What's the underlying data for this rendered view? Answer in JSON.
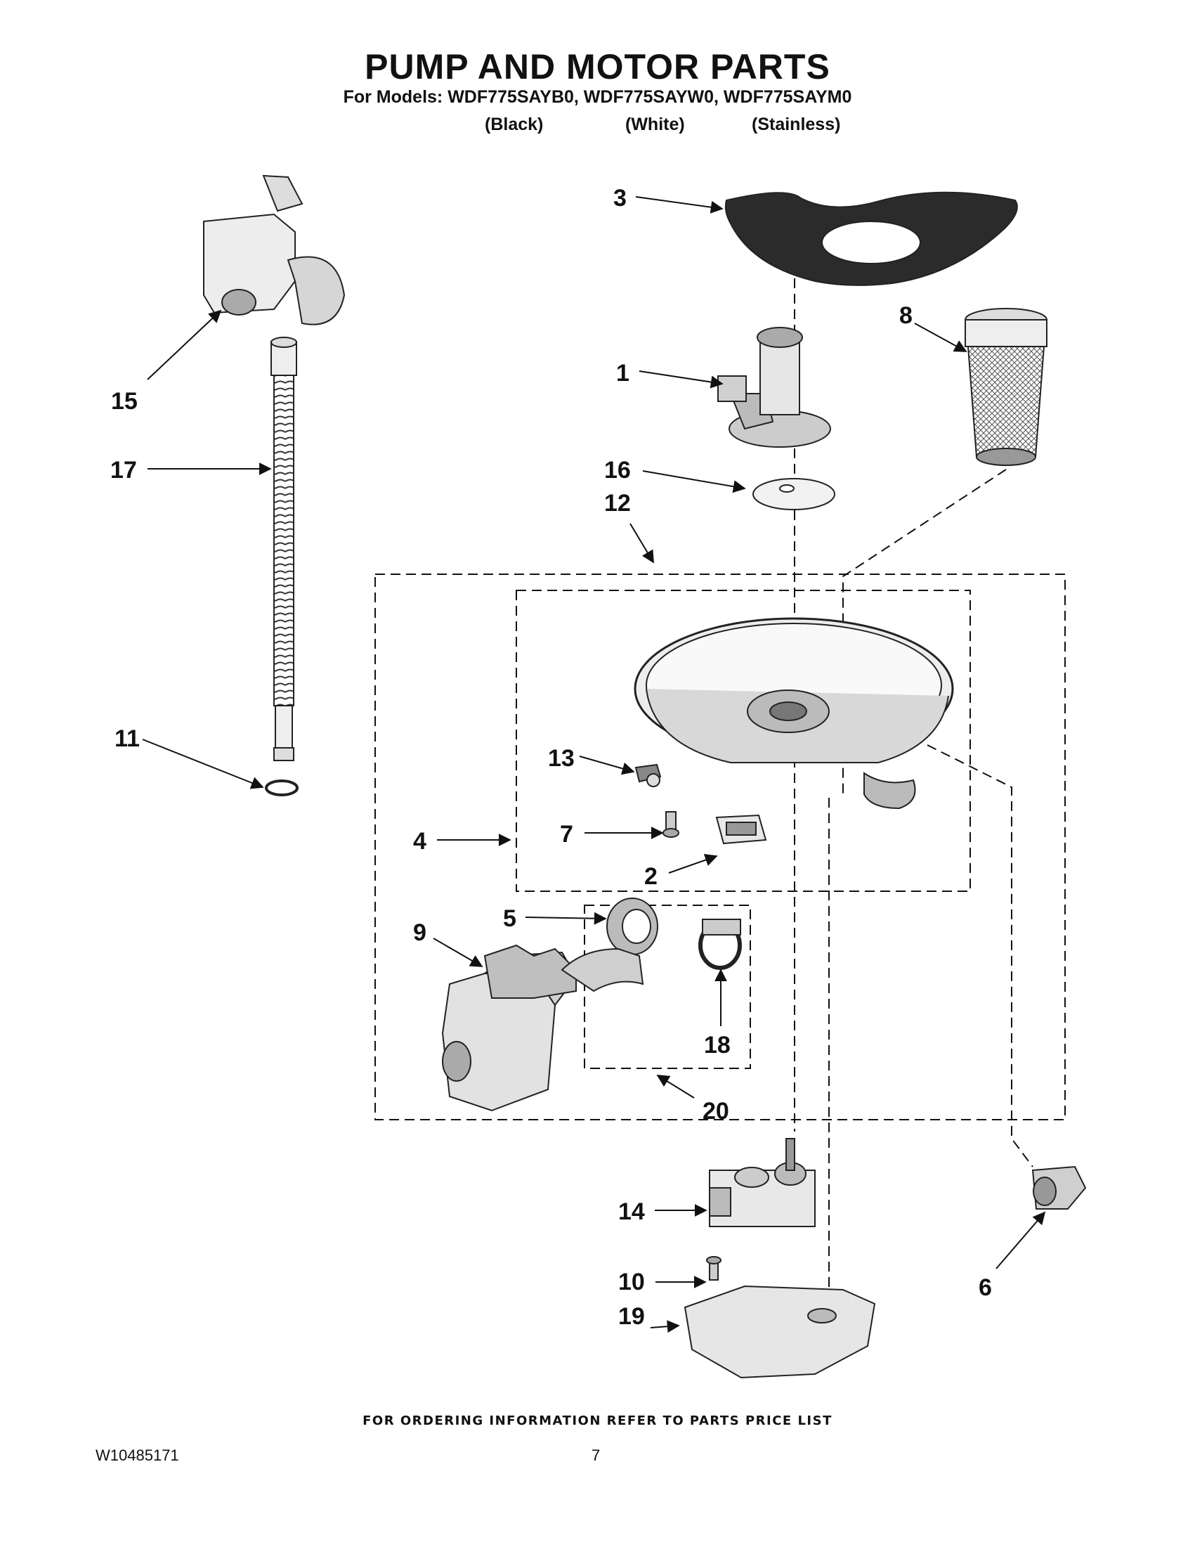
{
  "header": {
    "title": "PUMP AND MOTOR PARTS",
    "models_line": "For Models: WDF775SAYB0, WDF775SAYW0, WDF775SAYM0",
    "variants": [
      "(Black)",
      "(White)",
      "(Stainless)"
    ]
  },
  "callouts": {
    "c1": "1",
    "c2": "2",
    "c3": "3",
    "c4": "4",
    "c5": "5",
    "c6": "6",
    "c7": "7",
    "c8": "8",
    "c9": "9",
    "c10": "10",
    "c11": "11",
    "c12": "12",
    "c13": "13",
    "c14": "14",
    "c15": "15",
    "c16": "16",
    "c17": "17",
    "c18": "18",
    "c19": "19",
    "c20": "20"
  },
  "footer": {
    "note": "FOR ORDERING INFORMATION REFER TO PARTS PRICE LIST",
    "doc_number": "W10485171",
    "page_number": "7"
  }
}
